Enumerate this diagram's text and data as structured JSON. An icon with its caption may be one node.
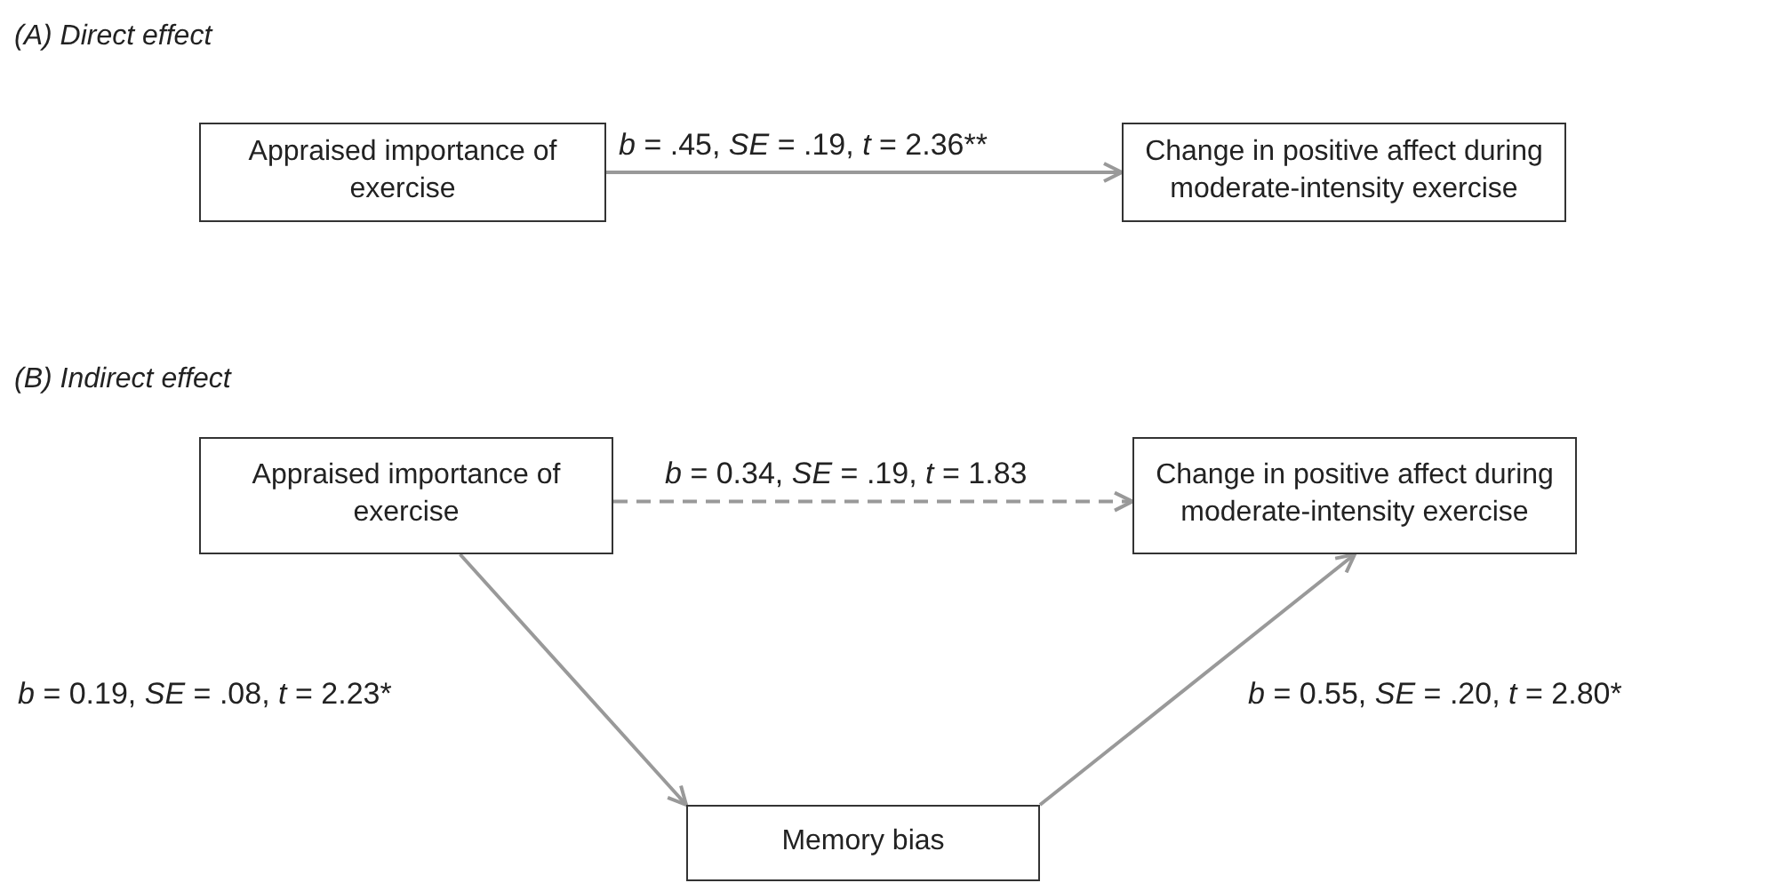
{
  "diagram": {
    "nodes": [
      {
        "text": [
          "Appraised importance of exercise"
        ]
      },
      {
        "text": [
          "Change in positive affect during moderate-intensity exercise"
        ]
      },
      {
        "text": [
          "Appraised importance of exercise"
        ]
      },
      {
        "text": [
          "Change in positive affect during moderate-intensity exercise"
        ]
      },
      {
        "text": [
          "Memory bias"
        ]
      }
    ],
    "edges": [
      {
        "from": 0,
        "to": 1,
        "arrow": "to",
        "label": "*b* = .45, *SE* = .19, *t* = 2.36**"
      },
      {
        "from": 2,
        "to": 3,
        "arrow": "to",
        "style": "dashed",
        "label": "*b* = 0.34, *SE* = .19, *t* = 1.83"
      },
      {
        "from": 2,
        "to": 4,
        "arrow": "to",
        "label": "*b* = 0.19, *SE* = .08, *t* = 2.23*"
      },
      {
        "from": 4,
        "to": 3,
        "arrow": "to",
        "label": "*b* = 0.55, *SE* = .20, *t* = 2.80*"
      }
    ],
    "labels": [
      "(A) Direct effect",
      "(B) Indirect effect"
    ]
  }
}
